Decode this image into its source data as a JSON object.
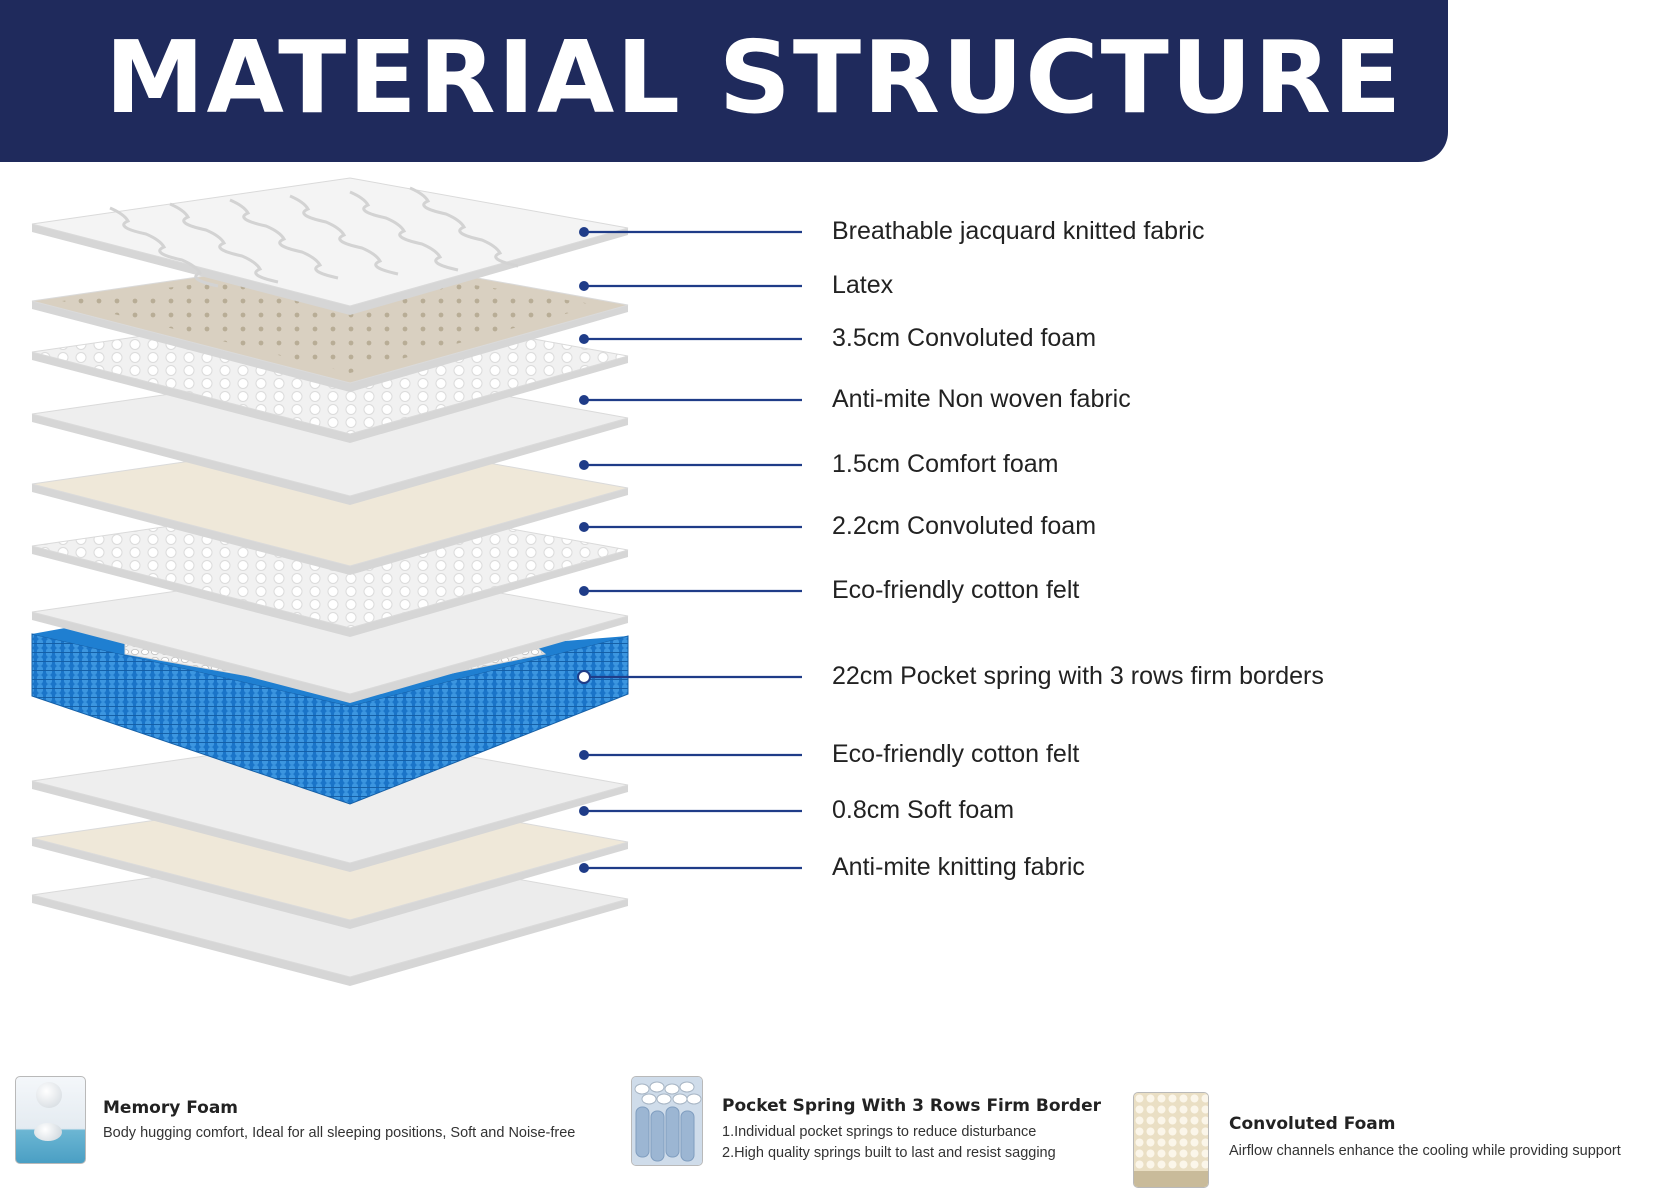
{
  "header": {
    "title": "MATERIAL STRUCTURE"
  },
  "colors": {
    "banner": "#1f2a5c",
    "leader_line": "#1f3c88",
    "spring_blue": "#1a74c8",
    "cream": "#efe8d9",
    "latex": "#d9d0c1"
  },
  "layers": [
    {
      "label": "Breathable jacquard knitted fabric"
    },
    {
      "label": "Latex"
    },
    {
      "label": "3.5cm Convoluted foam"
    },
    {
      "label": "Anti-mite Non woven fabric"
    },
    {
      "label": "1.5cm Comfort foam"
    },
    {
      "label": "2.2cm Convoluted foam"
    },
    {
      "label": "Eco-friendly cotton felt"
    },
    {
      "label": "22cm Pocket spring with 3 rows firm borders"
    },
    {
      "label": "Eco-friendly cotton felt"
    },
    {
      "label": "0.8cm Soft foam"
    },
    {
      "label": "Anti-mite knitting fabric"
    }
  ],
  "features": [
    {
      "icon": "memory-foam-thumbnail-icon",
      "title": "Memory Foam",
      "lines": [
        "Body hugging comfort, Ideal for all sleeping positions, Soft and Noise-free"
      ]
    },
    {
      "icon": "pocket-spring-thumbnail-icon",
      "title": "Pocket Spring With 3 Rows Firm Border",
      "lines": [
        "1.Individual pocket springs to reduce disturbance",
        "2.High quality springs built to last and resist sagging"
      ]
    },
    {
      "icon": "convoluted-foam-thumbnail-icon",
      "title": "Convoluted Foam",
      "lines": [
        "Airflow channels enhance the cooling while providing support"
      ]
    }
  ]
}
